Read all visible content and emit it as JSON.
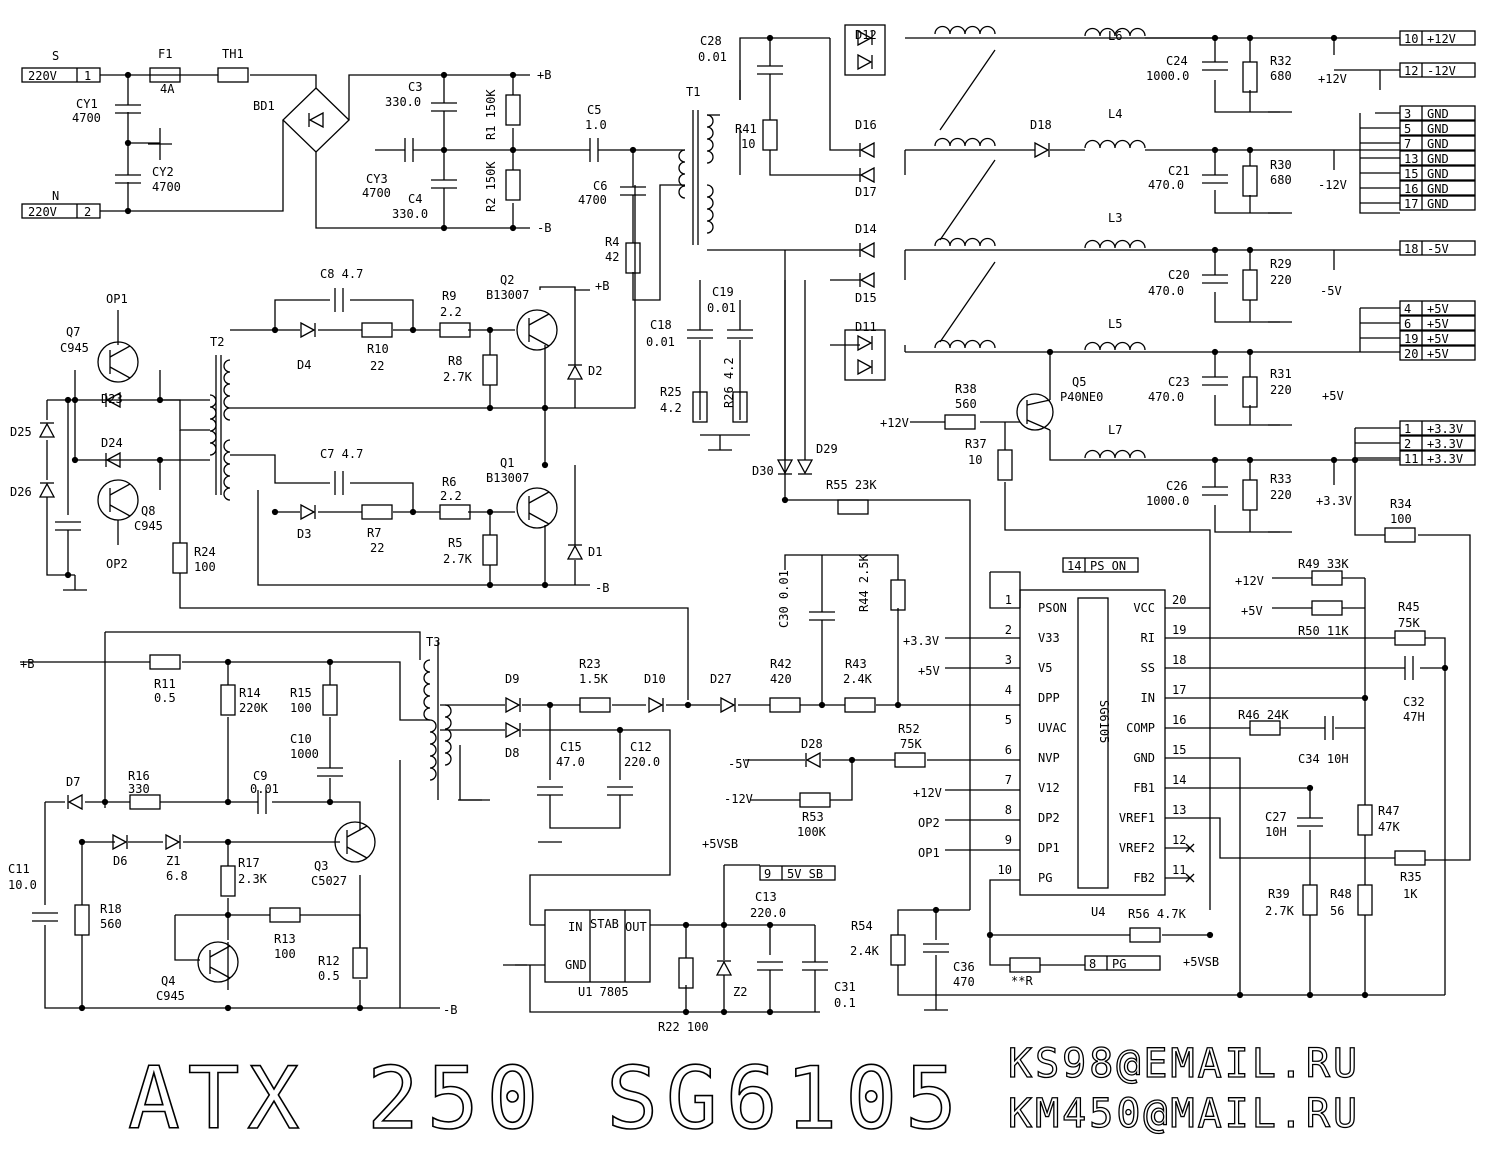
{
  "title": "ATX 250 SG6105",
  "emails": [
    "KS98@EMAIL.RU",
    "KM450@MAIL.RU"
  ],
  "labels": {
    "s": "S",
    "f1": "F1",
    "th1": "TH1",
    "in1_v": "220V",
    "in1_n": "1",
    "f1_v": "4A",
    "cy1": "CY1",
    "cy1_v": "4700",
    "bd1": "BD1",
    "cy2": "CY2",
    "cy2_v": "4700",
    "n": "N",
    "in2_v": "220V",
    "in2_n": "2",
    "pb1": "+B",
    "c3": "C3",
    "c3_v": "330.0",
    "r1": "R1 150K",
    "c5": "C5",
    "c5_v": "1.0",
    "cy3": "CY3",
    "cy3_v": "4700",
    "c4": "C4",
    "c4_v": "330.0",
    "r2": "R2 150K",
    "mb1": "-B",
    "c6": "C6",
    "c6_v": "4700",
    "r4": "R4",
    "r4_v": "42",
    "t1": "T1",
    "c28": "C28",
    "c28_v": "0.01",
    "r41": "R41",
    "r41_v": "10",
    "d12": "D12",
    "d16": "D16",
    "d17": "D17",
    "d18": "D18",
    "l6": "L6",
    "l4": "L4",
    "c24": "C24",
    "c24_v": "1000.0",
    "r32": "R32",
    "r32_v": "680",
    "p12": "+12V",
    "c21": "C21",
    "c21_v": "470.0",
    "r30": "R30",
    "r30_v": "680",
    "m12": "-12V",
    "d14": "D14",
    "d15": "D15",
    "l3": "L3",
    "c20": "C20",
    "c20_v": "470.0",
    "r29": "R29",
    "r29_v": "220",
    "m5": "-5V",
    "d11": "D11",
    "l5": "L5",
    "q5": "Q5",
    "q5_v": "P40NE0",
    "c23": "C23",
    "c23_v": "470.0",
    "r31": "R31",
    "r31_v": "220",
    "p5": "+5V",
    "r38": "R38",
    "r38_v": "560",
    "p12b": "+12V",
    "r37": "R37",
    "r37_v": "10",
    "l7": "L7",
    "c26": "C26",
    "c26_v": "1000.0",
    "r33": "R33",
    "r33_v": "220",
    "p33": "+3.3V",
    "r34": "R34",
    "r34_v": "100",
    "d29": "D29",
    "d30": "D30",
    "r55": "R55 23K",
    "c18": "C18",
    "c18_v": "0.01",
    "c19": "C19",
    "c19_v": "0.01",
    "r25": "R25",
    "r25_v": "4.2",
    "r26": "R26 4.2",
    "t2": "T2",
    "c8": "C8 4.7",
    "r9": "R9",
    "r9_v": "2.2",
    "q2": "Q2",
    "q2_v": "B13007",
    "pb2": "+B",
    "d4": "D4",
    "r10": "R10",
    "r10_v": "22",
    "r8": "R8",
    "r8_v": "2.7K",
    "d2": "D2",
    "op1": "OP1",
    "q7": "Q7",
    "q7_v": "C945",
    "d23": "D23",
    "d25": "D25",
    "d24": "D24",
    "d26": "D26",
    "q8": "Q8",
    "q8_v": "C945",
    "op2": "OP2",
    "c7": "C7 4.7",
    "r6": "R6",
    "r6_v": "2.2",
    "q1": "Q1",
    "q1_v": "B13007",
    "d3": "D3",
    "r7": "R7",
    "r7_v": "22",
    "r5": "R5",
    "r5_v": "2.7K",
    "d1": "D1",
    "mb2": "-B",
    "r24": "R24",
    "r24_v": "100",
    "t3": "T3",
    "pb3": "+B",
    "r11": "R11",
    "r11_v": "0.5",
    "r14": "R14",
    "r14_v": "220K",
    "r15": "R15",
    "r15_v": "100",
    "c10": "C10",
    "c10_v": "1000",
    "r16": "R16",
    "r16_v": "330",
    "c9": "C9",
    "c9_v": "0.01",
    "d7": "D7",
    "d6": "D6",
    "z1": "Z1",
    "z1_v": "6.8",
    "q3": "Q3",
    "q3_v": "C5027",
    "r17": "R17",
    "r17_v": "2.3K",
    "c11": "C11",
    "c11_v": "10.0",
    "r18": "R18",
    "r18_v": "560",
    "r13": "R13",
    "r13_v": "100",
    "q4": "Q4",
    "q4_v": "C945",
    "r12": "R12",
    "r12_v": "0.5",
    "mb3": "-B",
    "d9": "D9",
    "d8": "D8",
    "r23": "R23",
    "r23_v": "1.5K",
    "d10": "D10",
    "d27": "D27",
    "r42": "R42",
    "r42_v": "420",
    "r43": "R43",
    "r43_v": "2.4K",
    "c15": "C15",
    "c15_v": "47.0",
    "c12": "C12",
    "c12_v": "220.0",
    "c30": "C30 0.01",
    "r44": "R44 2.5K",
    "p5sb": "+5VSB",
    "c13": "C13",
    "c13_v": "220.0",
    "u1_in": "IN",
    "u1_stab": "STAB",
    "u1_out": "OUT",
    "u1_gnd": "GND",
    "u1": "U1 7805",
    "z2": "Z2",
    "c31": "C31",
    "c31_v": "0.1",
    "r22": "R22 100",
    "d28": "D28",
    "m5b": "-5V",
    "r52": "R52",
    "r52_v": "75K",
    "m12b": "-12V",
    "r53": "R53",
    "r53_v": "100K",
    "s33": "+3.3V",
    "s5": "+5V",
    "s12": "+12V",
    "sop2": "OP2",
    "sop1": "OP1",
    "p12c": "+12V",
    "r49": "R49 33K",
    "p5c": "+5V",
    "r50": "R50 11K",
    "r45": "R45",
    "r45_v": "75K",
    "c32": "C32",
    "c32_v": "47H",
    "r46": "R46 24K",
    "c34": "C34 10H",
    "c27": "C27",
    "c27_v": "10H",
    "r47": "R47",
    "r47_v": "47K",
    "r35": "R35",
    "r35_v": "1K",
    "r39": "R39",
    "r39_v": "2.7K",
    "r48": "R48",
    "r48_v": "56",
    "r56": "R56 4.7K",
    "p5sb2": "+5VSB",
    "r54": "R54",
    "r54_v": "2.4K",
    "c36": "C36",
    "c36_v": "470",
    "rstar": "**R",
    "u4": "U4",
    "chip": "SG6105"
  },
  "connectors": [
    {
      "pin": "10",
      "signal": "+12V"
    },
    {
      "pin": "12",
      "signal": "-12V"
    },
    {
      "pin": "3",
      "signal": "GND"
    },
    {
      "pin": "5",
      "signal": "GND"
    },
    {
      "pin": "7",
      "signal": "GND"
    },
    {
      "pin": "13",
      "signal": "GND"
    },
    {
      "pin": "15",
      "signal": "GND"
    },
    {
      "pin": "16",
      "signal": "GND"
    },
    {
      "pin": "17",
      "signal": "GND"
    },
    {
      "pin": "18",
      "signal": "-5V"
    },
    {
      "pin": "4",
      "signal": "+5V"
    },
    {
      "pin": "6",
      "signal": "+5V"
    },
    {
      "pin": "19",
      "signal": "+5V"
    },
    {
      "pin": "20",
      "signal": "+5V"
    },
    {
      "pin": "1",
      "signal": "+3.3V"
    },
    {
      "pin": "2",
      "signal": "+3.3V"
    },
    {
      "pin": "11",
      "signal": "+3.3V"
    },
    {
      "pin": "14",
      "signal": "PS ON"
    },
    {
      "pin": "9",
      "signal": "5V SB"
    },
    {
      "pin": "8",
      "signal": "PG"
    }
  ],
  "ic_pins_left": [
    {
      "n": "1",
      "name": "PSON"
    },
    {
      "n": "2",
      "name": "V33"
    },
    {
      "n": "3",
      "name": "V5"
    },
    {
      "n": "4",
      "name": "DPP"
    },
    {
      "n": "5",
      "name": "UVAC"
    },
    {
      "n": "6",
      "name": "NVP"
    },
    {
      "n": "7",
      "name": "V12"
    },
    {
      "n": "8",
      "name": "DP2"
    },
    {
      "n": "9",
      "name": "DP1"
    },
    {
      "n": "10",
      "name": "PG"
    }
  ],
  "ic_pins_right": [
    {
      "n": "20",
      "name": "VCC"
    },
    {
      "n": "19",
      "name": "RI"
    },
    {
      "n": "18",
      "name": "SS"
    },
    {
      "n": "17",
      "name": "IN"
    },
    {
      "n": "16",
      "name": "COMP"
    },
    {
      "n": "15",
      "name": "GND"
    },
    {
      "n": "14",
      "name": "FB1"
    },
    {
      "n": "13",
      "name": "VREF1"
    },
    {
      "n": "12",
      "name": "VREF2"
    },
    {
      "n": "11",
      "name": "FB2"
    }
  ]
}
